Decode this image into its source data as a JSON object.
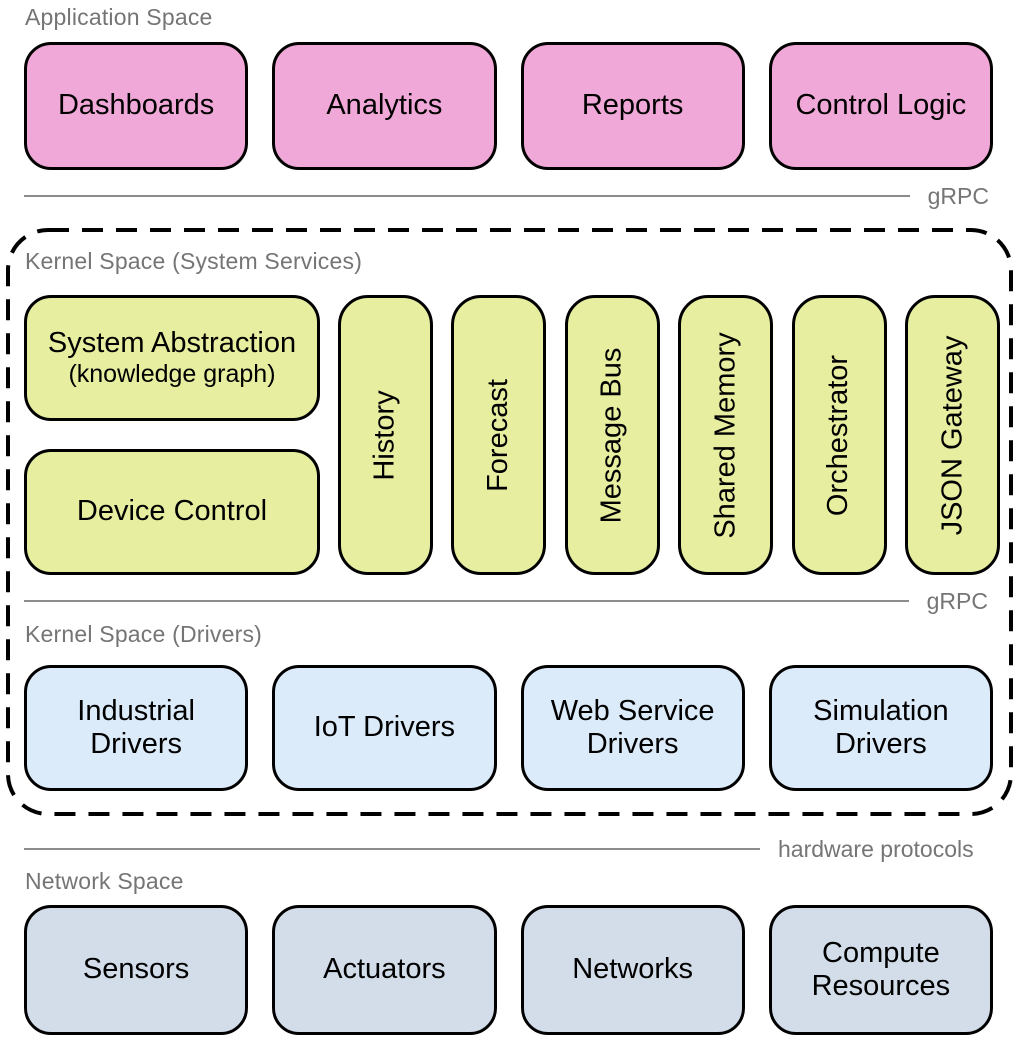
{
  "colors": {
    "app_box": "#f0a8d8",
    "service_box": "#e7ee9f",
    "driver_box": "#dcebfa",
    "network_box": "#d2dde9",
    "label_gray": "#757575",
    "line_gray": "#8c8c8c",
    "border_black": "#000000"
  },
  "application_space": {
    "label": "Application Space",
    "boxes": [
      "Dashboards",
      "Analytics",
      "Reports",
      "Control Logic"
    ]
  },
  "grpc_top": "gRPC",
  "kernel_services": {
    "label": "Kernel Space (System Services)",
    "system_abstraction": {
      "title": "System Abstraction",
      "subtitle": "(knowledge graph)"
    },
    "device_control": "Device Control",
    "vertical_services": [
      "History",
      "Forecast",
      "Message Bus",
      "Shared Memory",
      "Orchestrator",
      "JSON Gateway"
    ]
  },
  "grpc_middle": "gRPC",
  "kernel_drivers": {
    "label": "Kernel Space (Drivers)",
    "boxes": [
      "Industrial Drivers",
      "IoT Drivers",
      "Web Service Drivers",
      "Simulation Drivers"
    ]
  },
  "hardware_protocols": "hardware protocols",
  "network_space": {
    "label": "Network Space",
    "boxes": [
      "Sensors",
      "Actuators",
      "Networks",
      "Compute Resources"
    ]
  }
}
